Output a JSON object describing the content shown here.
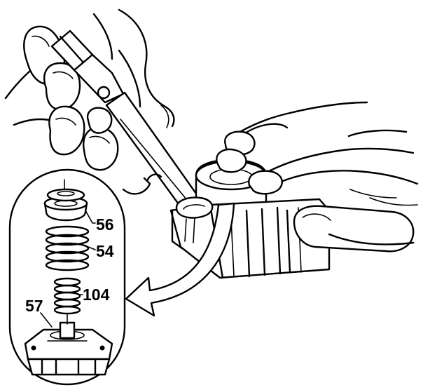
{
  "callouts": {
    "spring_seat": "56",
    "outer_spring": "54",
    "inner_spring": "104",
    "housing": "57"
  }
}
